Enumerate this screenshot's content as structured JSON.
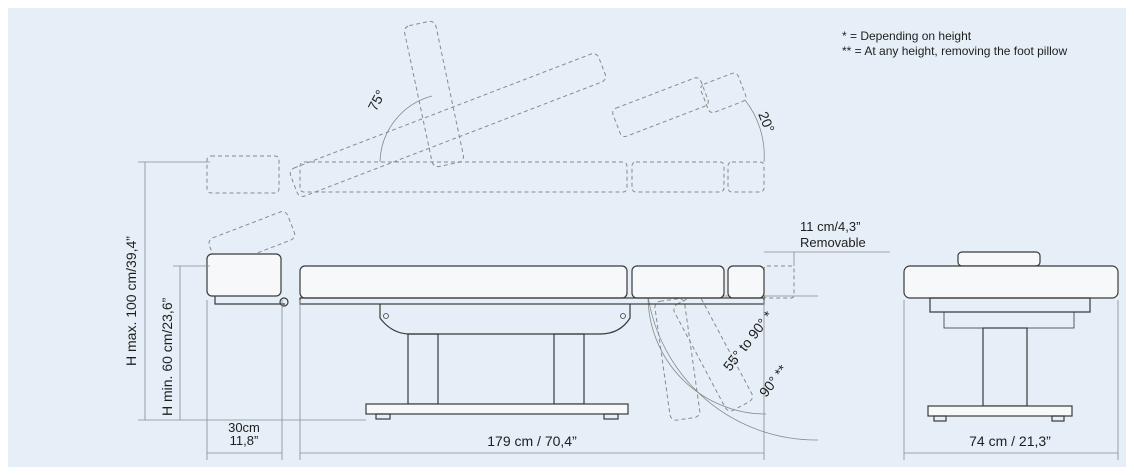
{
  "notes": {
    "line1": "* = Depending on height",
    "line2": "** = At any height, removing the foot pillow"
  },
  "angles": {
    "back": "75°",
    "leg": "20°",
    "foot_range": "55° to 90° *",
    "foot_max": "90° **"
  },
  "dimensions": {
    "height_max": "H max. 100 cm/39,4”",
    "height_min": "H min. 60 cm/23,6”",
    "head_width_cm": "30cm",
    "head_width_in": "11,8”",
    "length": "179 cm / 70,4”",
    "width": "74 cm / 21,3”",
    "removable_size": "11 cm/4,3”",
    "removable_label": "Removable"
  },
  "colors": {
    "background": "#e6eff7",
    "outline": "#3a3a3a",
    "dashed": "#8a8a8a"
  }
}
